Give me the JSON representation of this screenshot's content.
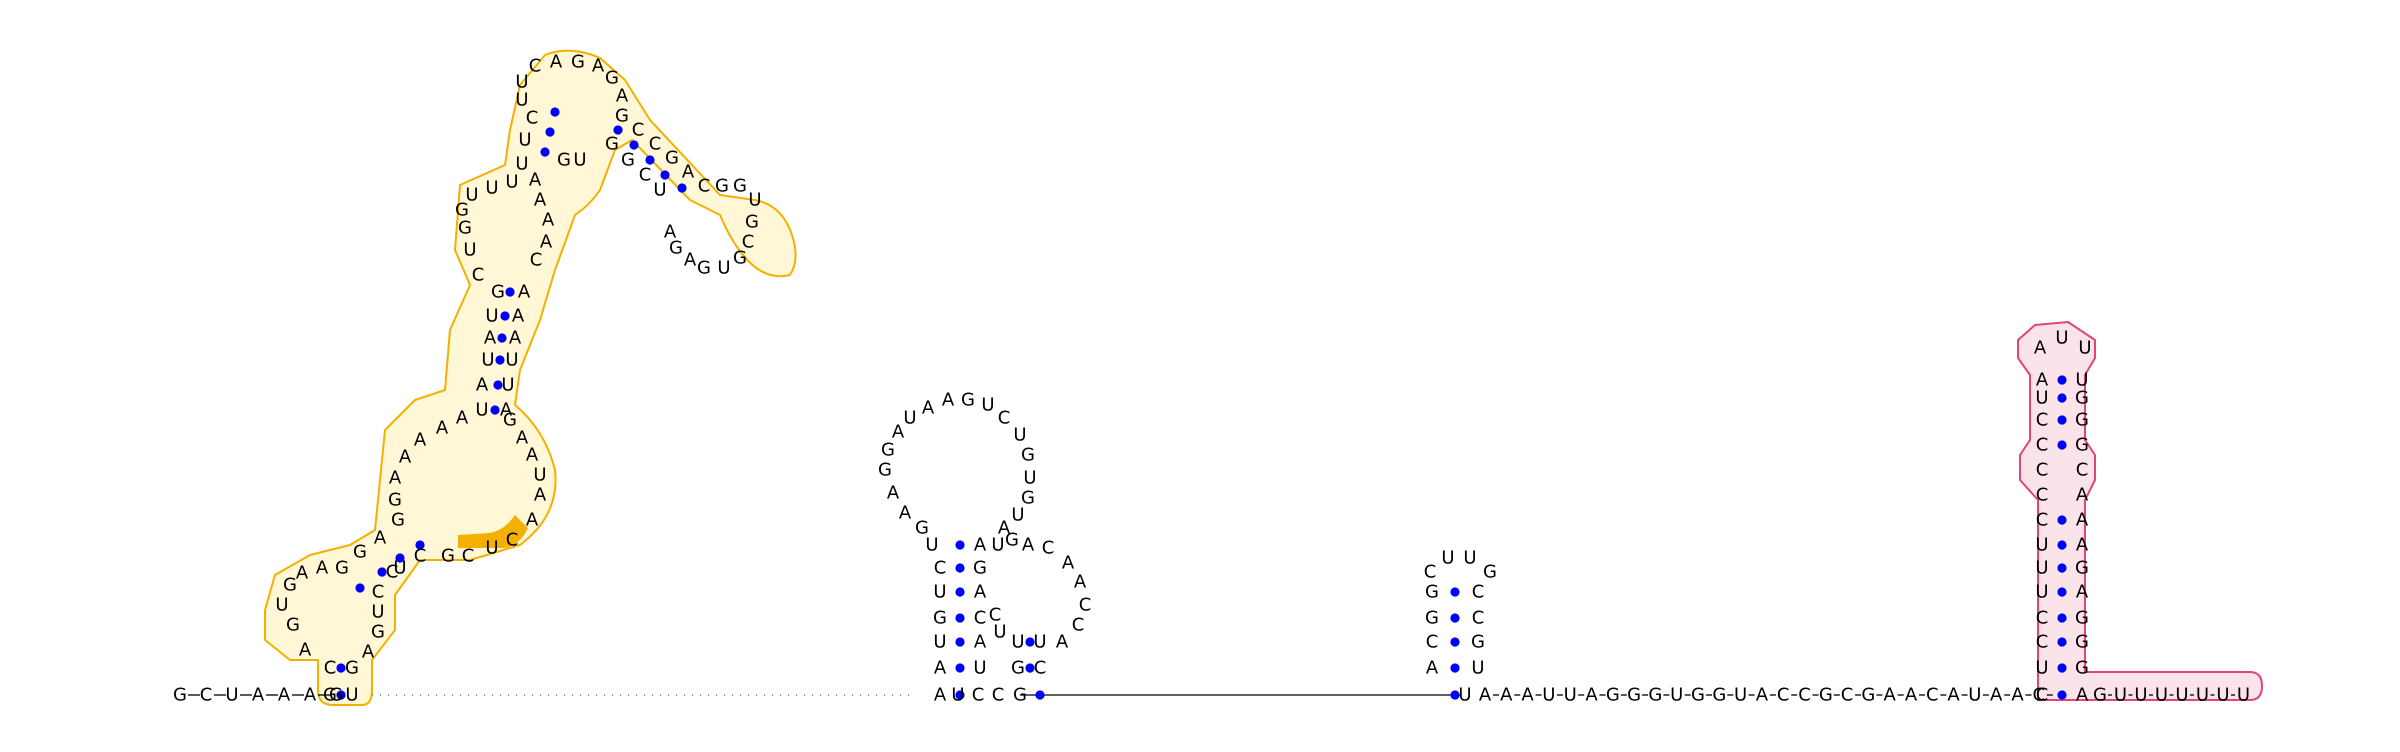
{
  "colors": {
    "background": "#ffffff",
    "nucleotide_text": "#000000",
    "base_pair_dot": "#0000ff",
    "highlight_orange_outline": "#f3b000",
    "highlight_orange_fill": "#fff7d6",
    "highlight_orange_solid": "#f3b000",
    "highlight_pink_outline": "#e0457b",
    "highlight_pink_fill": "#fbe3ea"
  },
  "sequence": {
    "start_5prime": "GCUAAAG",
    "hairpin_loop_right": "GUUUUUUU"
  },
  "regions": [
    {
      "name": "orange-domain",
      "style": "outline",
      "color": "highlight_orange_outline"
    },
    {
      "name": "orange-bulge",
      "style": "solid",
      "color": "highlight_orange_solid"
    },
    {
      "name": "pink-hairpin",
      "style": "outline",
      "color": "highlight_pink_outline"
    }
  ]
}
